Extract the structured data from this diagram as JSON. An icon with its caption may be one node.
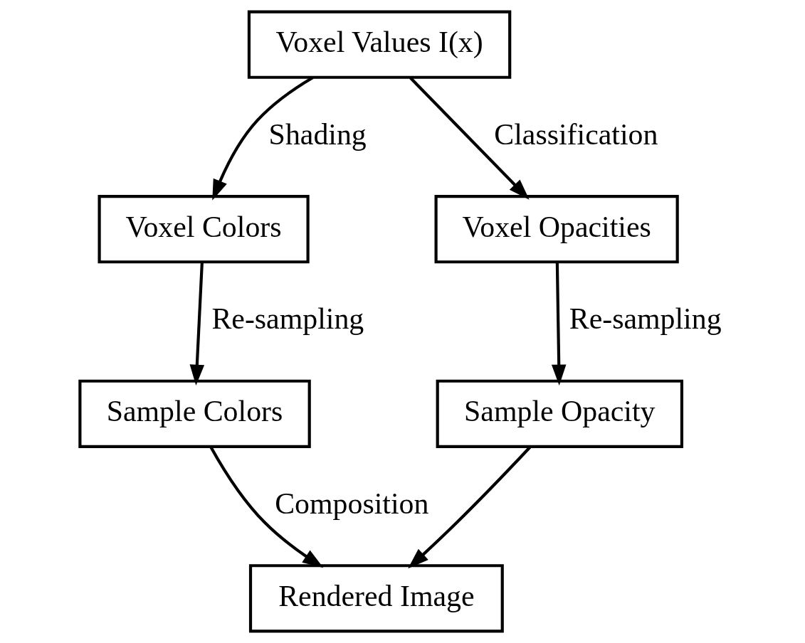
{
  "diagram": {
    "nodes": [
      {
        "text": [
          "Voxel Values I(x)"
        ]
      },
      {
        "text": [
          "Voxel Colors"
        ]
      },
      {
        "text": [
          "Voxel Opacities"
        ]
      },
      {
        "text": [
          "Sample Colors"
        ]
      },
      {
        "text": [
          "Sample Opacity"
        ]
      },
      {
        "text": [
          "Rendered Image"
        ]
      }
    ],
    "edges": [
      {
        "from": 0,
        "to": 1,
        "arrow": "to",
        "label": "Shading"
      },
      {
        "from": 0,
        "to": 2,
        "arrow": "to",
        "label": "Classification"
      },
      {
        "from": 1,
        "to": 3,
        "arrow": "to",
        "label": "Re-sampling"
      },
      {
        "from": 2,
        "to": 4,
        "arrow": "to",
        "label": "Re-sampling"
      },
      {
        "from": 3,
        "to": 5,
        "arrow": "to",
        "label": "Composition"
      },
      {
        "from": 4,
        "to": 5,
        "arrow": "to"
      }
    ]
  }
}
